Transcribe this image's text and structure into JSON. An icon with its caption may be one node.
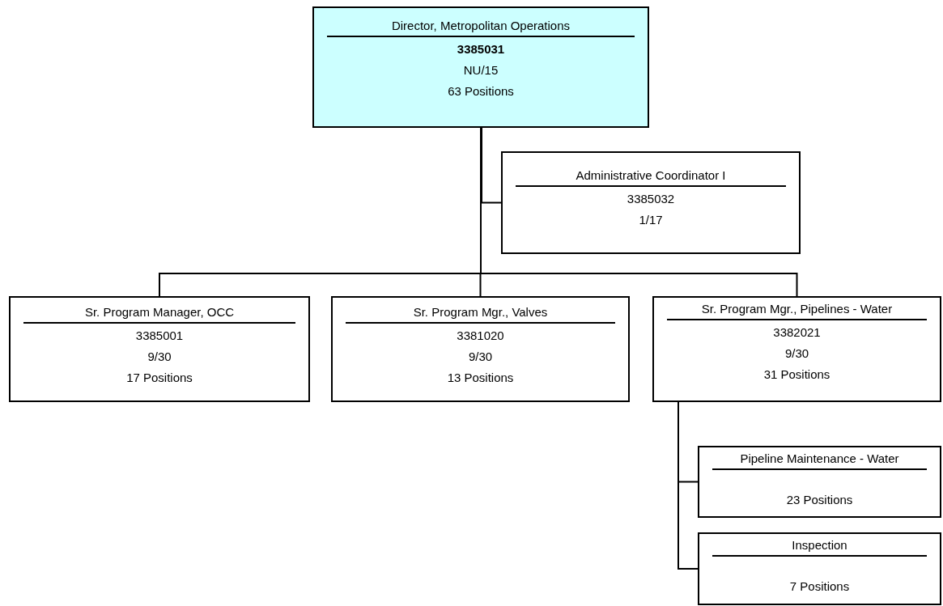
{
  "diagram": {
    "nodes": [
      {
        "text": [
          "Director, Metropolitan Operations",
          "3385031",
          "NU/15",
          "63 Positions"
        ]
      },
      {
        "text": [
          "Administrative Coordinator I",
          "3385032",
          "1/17"
        ]
      },
      {
        "text": [
          "Sr. Program Manager, OCC",
          "3385001",
          "9/30",
          "17 Positions"
        ]
      },
      {
        "text": [
          "Sr. Program Mgr., Valves",
          "3381020",
          "9/30",
          "13 Positions"
        ]
      },
      {
        "text": [
          "Sr. Program Mgr., Pipelines - Water",
          "3382021",
          "9/30",
          "31 Positions"
        ]
      },
      {
        "text": [
          "Pipeline Maintenance - Water",
          "23 Positions"
        ]
      },
      {
        "text": [
          "Inspection",
          "7 Positions"
        ]
      }
    ],
    "edges": [
      {
        "from": 0,
        "to": 1,
        "arrow": "none"
      },
      {
        "from": 0,
        "to": 2,
        "arrow": "none"
      },
      {
        "from": 0,
        "to": 3,
        "arrow": "none"
      },
      {
        "from": 0,
        "to": 4,
        "arrow": "none"
      },
      {
        "from": 4,
        "to": 5,
        "arrow": "none"
      },
      {
        "from": 4,
        "to": 6,
        "arrow": "none"
      }
    ]
  }
}
